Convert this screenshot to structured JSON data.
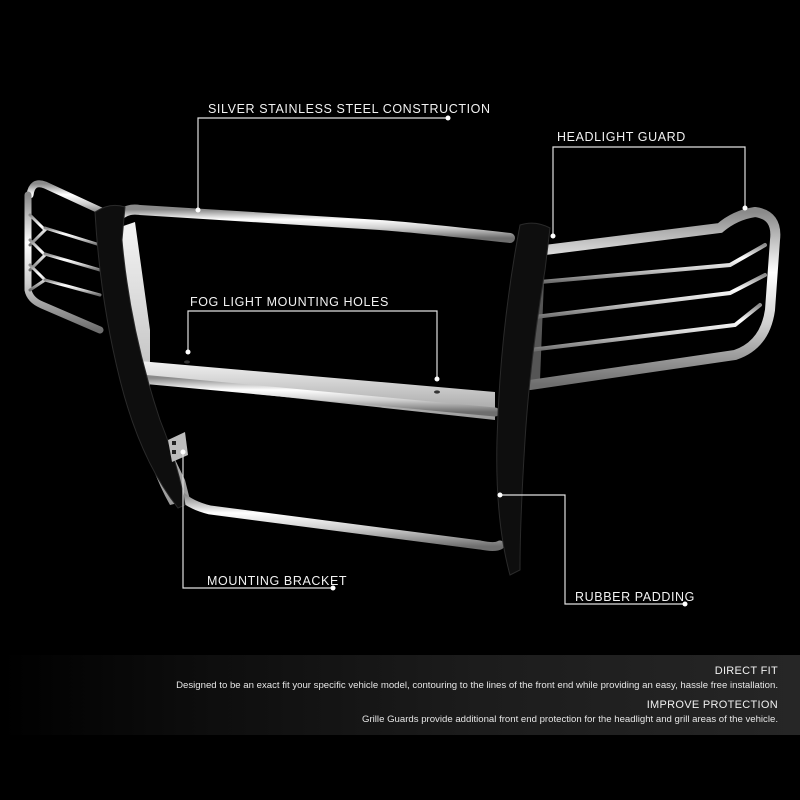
{
  "product": {
    "name": "stainless-steel-grille-guard",
    "colors": {
      "background": "#000000",
      "chrome": "#d9d9d9",
      "rubber": "#111111",
      "callout_line": "#e0e0e0"
    }
  },
  "callouts": [
    {
      "id": "construction",
      "label": "SILVER STAINLESS STEEL CONSTRUCTION"
    },
    {
      "id": "headlight",
      "label": "HEADLIGHT GUARD"
    },
    {
      "id": "fog",
      "label": "FOG LIGHT MOUNTING HOLES"
    },
    {
      "id": "bracket",
      "label": "MOUNTING BRACKET"
    },
    {
      "id": "rubber",
      "label": "RUBBER PADDING"
    }
  ],
  "features": [
    {
      "title": "DIRECT FIT",
      "description": "Designed to be an exact fit your specific vehicle model, contouring to the lines of the front end while providing an easy, hassle free installation."
    },
    {
      "title": "IMPROVE PROTECTION",
      "description": "Grille Guards provide additional front end protection for the headlight and grill areas of the vehicle."
    }
  ]
}
